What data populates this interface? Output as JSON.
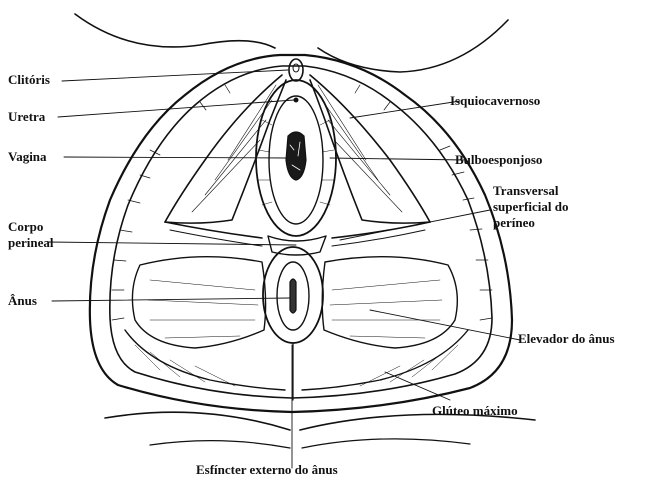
{
  "labels": {
    "clitoris": "Clitóris",
    "uretra": "Uretra",
    "vagina": "Vagina",
    "corpo_perineal": [
      "Corpo",
      "perineal"
    ],
    "anus": "Ânus",
    "isquiocavernoso": "Isquiocavernoso",
    "bulboesponjoso": "Bulboesponjoso",
    "transversal": [
      "Transversal",
      "superficial do",
      "períneo"
    ],
    "elevador": "Elevador do ânus",
    "gluteo": "Glúteo máximo",
    "esfincter": "Esfíncter externo do ânus"
  },
  "colors": {
    "ink": "#111111",
    "background": "#ffffff"
  }
}
